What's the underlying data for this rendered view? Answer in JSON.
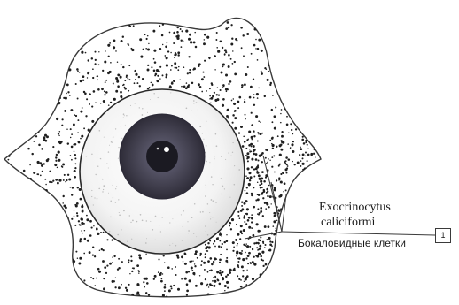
{
  "figure": {
    "label_latin_line1_part1": "Exocrinocy",
    "label_latin_line1_part2": "tus",
    "label_latin_line2": "caliciformi",
    "label_russian": "Бокаловидные клетки",
    "marker_number": "1"
  },
  "colors": {
    "outline": "#3a3a3a",
    "dots": "#1f1f1f",
    "nucleus_fill": "#f4f4f4",
    "iris_outer": "#3d3b4a",
    "iris_inner": "#5c5a6e",
    "pupil": "#1b1a22",
    "highlight": "#ffffff"
  }
}
